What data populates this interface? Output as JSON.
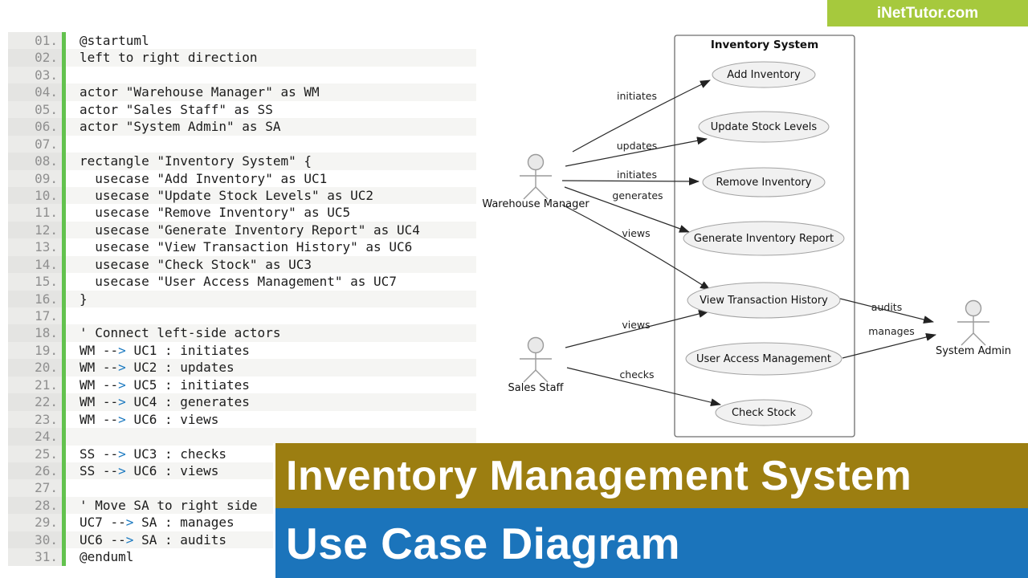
{
  "brand": {
    "label": "iNetTutor.com",
    "bg": "#a6c93d"
  },
  "banners": {
    "title": "Inventory Management System",
    "title_bg": "#9c7e11",
    "subtitle": "Use Case Diagram",
    "subtitle_bg": "#1b74bb"
  },
  "code": {
    "lines": [
      {
        "n": "01.",
        "t": "@startuml"
      },
      {
        "n": "02.",
        "t": "left to right direction"
      },
      {
        "n": "03.",
        "t": ""
      },
      {
        "n": "04.",
        "t": "actor \"Warehouse Manager\" as WM"
      },
      {
        "n": "05.",
        "t": "actor \"Sales Staff\" as SS"
      },
      {
        "n": "06.",
        "t": "actor \"System Admin\" as SA"
      },
      {
        "n": "07.",
        "t": ""
      },
      {
        "n": "08.",
        "t": "rectangle \"Inventory System\" {"
      },
      {
        "n": "09.",
        "t": "  usecase \"Add Inventory\" as UC1"
      },
      {
        "n": "10.",
        "t": "  usecase \"Update Stock Levels\" as UC2"
      },
      {
        "n": "11.",
        "t": "  usecase \"Remove Inventory\" as UC5"
      },
      {
        "n": "12.",
        "t": "  usecase \"Generate Inventory Report\" as UC4"
      },
      {
        "n": "13.",
        "t": "  usecase \"View Transaction History\" as UC6"
      },
      {
        "n": "14.",
        "t": "  usecase \"Check Stock\" as UC3"
      },
      {
        "n": "15.",
        "t": "  usecase \"User Access Management\" as UC7"
      },
      {
        "n": "16.",
        "t": "}"
      },
      {
        "n": "17.",
        "t": ""
      },
      {
        "n": "18.",
        "t": "' Connect left-side actors"
      },
      {
        "n": "19.",
        "t": "WM --> UC1 : initiates"
      },
      {
        "n": "20.",
        "t": "WM --> UC2 : updates"
      },
      {
        "n": "21.",
        "t": "WM --> UC5 : initiates"
      },
      {
        "n": "22.",
        "t": "WM --> UC4 : generates"
      },
      {
        "n": "23.",
        "t": "WM --> UC6 : views"
      },
      {
        "n": "24.",
        "t": ""
      },
      {
        "n": "25.",
        "t": "SS --> UC3 : checks"
      },
      {
        "n": "26.",
        "t": "SS --> UC6 : views"
      },
      {
        "n": "27.",
        "t": ""
      },
      {
        "n": "28.",
        "t": "' Move SA to right side"
      },
      {
        "n": "29.",
        "t": "UC7 --> SA : manages"
      },
      {
        "n": "30.",
        "t": "UC6 --> SA : audits"
      },
      {
        "n": "31.",
        "t": "@enduml"
      }
    ]
  },
  "diagram": {
    "system_title": "Inventory System",
    "actors": [
      {
        "label": "Warehouse Manager"
      },
      {
        "label": "Sales Staff"
      },
      {
        "label": "System Admin"
      }
    ],
    "usecases": [
      {
        "label": "Add Inventory"
      },
      {
        "label": "Update Stock Levels"
      },
      {
        "label": "Remove Inventory"
      },
      {
        "label": "Generate Inventory Report"
      },
      {
        "label": "View Transaction History"
      },
      {
        "label": "User Access Management"
      },
      {
        "label": "Check Stock"
      }
    ],
    "edges": [
      {
        "label": "initiates"
      },
      {
        "label": "updates"
      },
      {
        "label": "initiates"
      },
      {
        "label": "generates"
      },
      {
        "label": "views"
      },
      {
        "label": "views"
      },
      {
        "label": "checks"
      },
      {
        "label": "audits"
      },
      {
        "label": "manages"
      }
    ]
  }
}
